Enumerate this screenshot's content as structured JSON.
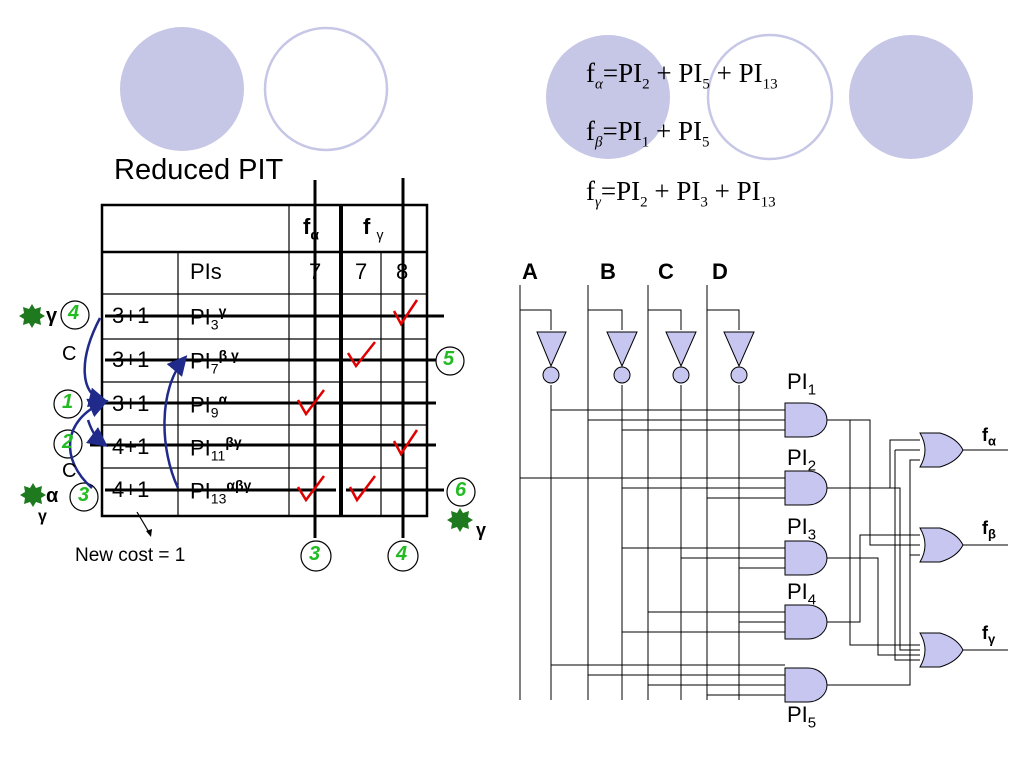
{
  "title": "Reduced PIT",
  "formulas": {
    "f_alpha": {
      "lhs_base": "f",
      "lhs_sub": "α",
      "eq": "=",
      "terms": [
        [
          "PI",
          "2"
        ],
        [
          "PI",
          "5"
        ],
        [
          "PI",
          "13"
        ]
      ]
    },
    "f_beta": {
      "lhs_base": "f",
      "lhs_sub": "β",
      "eq": "=",
      "terms": [
        [
          "PI",
          "1"
        ],
        [
          "PI",
          "5"
        ]
      ]
    },
    "f_gamma": {
      "lhs_base": "f",
      "lhs_sub": "γ",
      "eq": "=",
      "terms": [
        [
          "PI",
          "2"
        ],
        [
          "PI",
          "3"
        ],
        [
          "PI",
          "13"
        ]
      ]
    },
    "plus": "+"
  },
  "table": {
    "header_f_alpha": {
      "base": "f",
      "sub": "α"
    },
    "header_f_gamma": {
      "base": "f",
      "sub": "γ"
    },
    "pis_header": "PIs",
    "col_counts": [
      "7",
      "7",
      "8"
    ],
    "rows": [
      {
        "cost": "3+1",
        "pi": "PI",
        "pi_sub": "3",
        "pi_sup": "γ"
      },
      {
        "cost": "3+1",
        "pi": "PI",
        "pi_sub": "7",
        "pi_sup": "β γ"
      },
      {
        "cost": "3+1",
        "pi": "PI",
        "pi_sub": "9",
        "pi_sup": "α"
      },
      {
        "cost": "4+1",
        "pi": "PI",
        "pi_sub": "11",
        "pi_sup": "βγ"
      },
      {
        "cost": "4+1",
        "pi": "PI",
        "pi_sub": "13",
        "pi_sup": "αβγ"
      }
    ],
    "checkmark": "✓"
  },
  "step_numbers": [
    "4",
    "5",
    "1",
    "2",
    "3",
    "6",
    "3",
    "4"
  ],
  "annotations": {
    "gamma": "γ",
    "alpha": "α",
    "c_label": "C",
    "new_cost": "New cost = 1"
  },
  "circuit": {
    "inputs": [
      "A",
      "B",
      "C",
      "D"
    ],
    "pi_labels": [
      [
        "PI",
        "1"
      ],
      [
        "PI",
        "2"
      ],
      [
        "PI",
        "3"
      ],
      [
        "PI",
        "4"
      ],
      [
        "PI",
        "5"
      ]
    ],
    "outputs": [
      [
        "f",
        "α"
      ],
      [
        "f",
        "β"
      ],
      [
        "f",
        "γ"
      ]
    ]
  },
  "colors": {
    "deco_circle": "#c6c6e6",
    "gate_fill": "#c6c6f0",
    "check": "#e00000",
    "step_number": "#22bb22",
    "star": "#1f7a1f",
    "arrow": "#1f2a8a"
  }
}
